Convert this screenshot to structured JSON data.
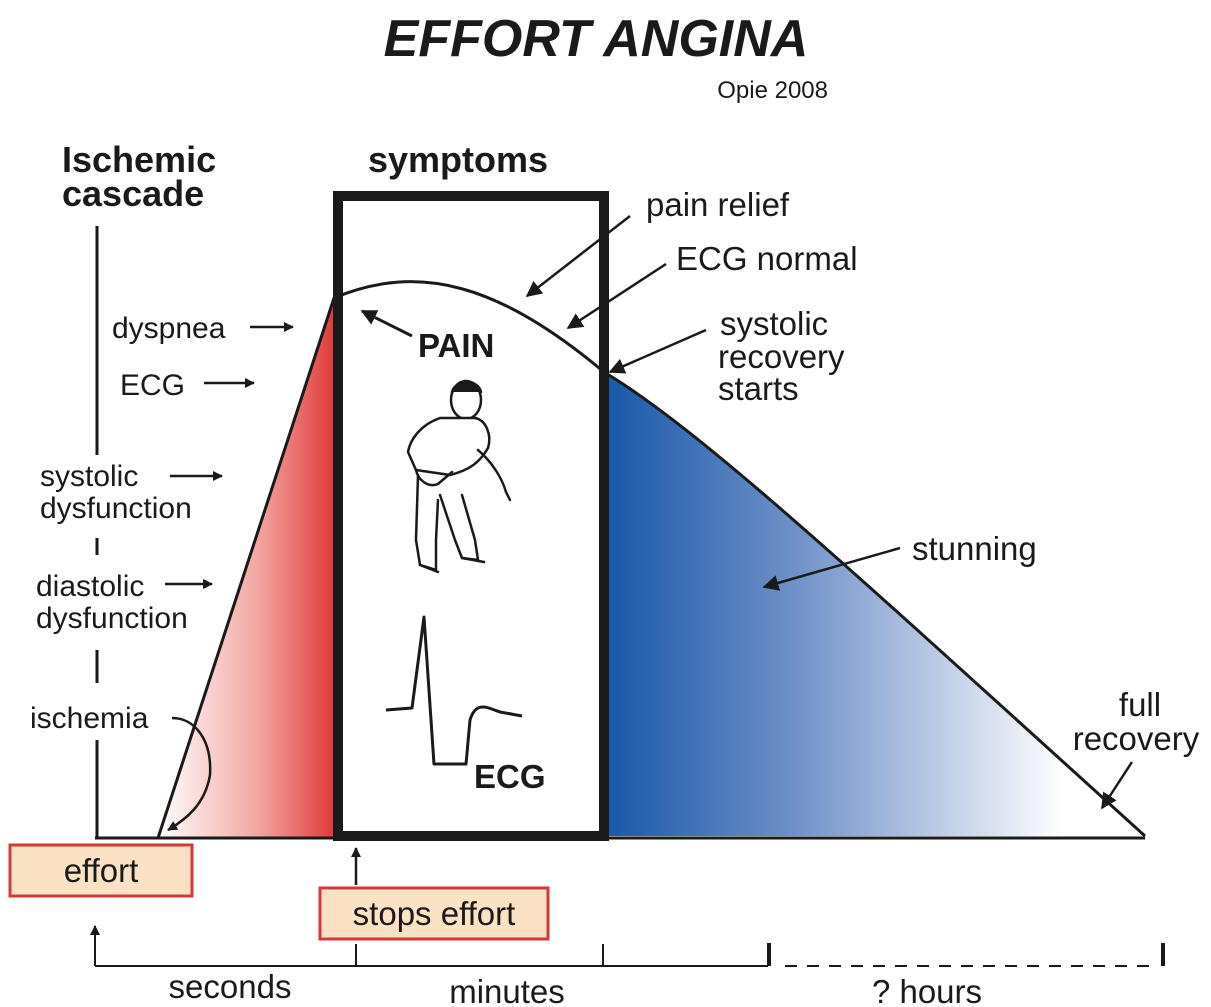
{
  "title": "EFFORT ANGINA",
  "credit": "Opie 2008",
  "cascade": {
    "heading_line1": "Ischemic",
    "heading_line2": "cascade",
    "dyspnea": "dyspnea",
    "ecg": "ECG",
    "systolic_line1": "systolic",
    "systolic_line2": "dysfunction",
    "diastolic_line1": "diastolic",
    "diastolic_line2": "dysfunction",
    "ischemia": "ischemia"
  },
  "symptoms_box": {
    "heading": "symptoms",
    "pain": "PAIN",
    "ecg_label": "ECG"
  },
  "annotations": {
    "pain_relief": "pain relief",
    "ecg_normal": "ECG normal",
    "systolic_line1": "systolic",
    "systolic_line2": "recovery",
    "systolic_line3": "starts",
    "stunning": "stunning",
    "full_line1": "full",
    "full_line2": "recovery"
  },
  "bottom": {
    "effort": "effort",
    "stops_effort": "stops effort",
    "seconds": "seconds",
    "minutes": "minutes",
    "hours": "? hours"
  },
  "colors": {
    "red": "#e03a3a",
    "blue": "#1757a8",
    "box_fill": "#fbe2c4",
    "box_border": "#d23a3a"
  }
}
